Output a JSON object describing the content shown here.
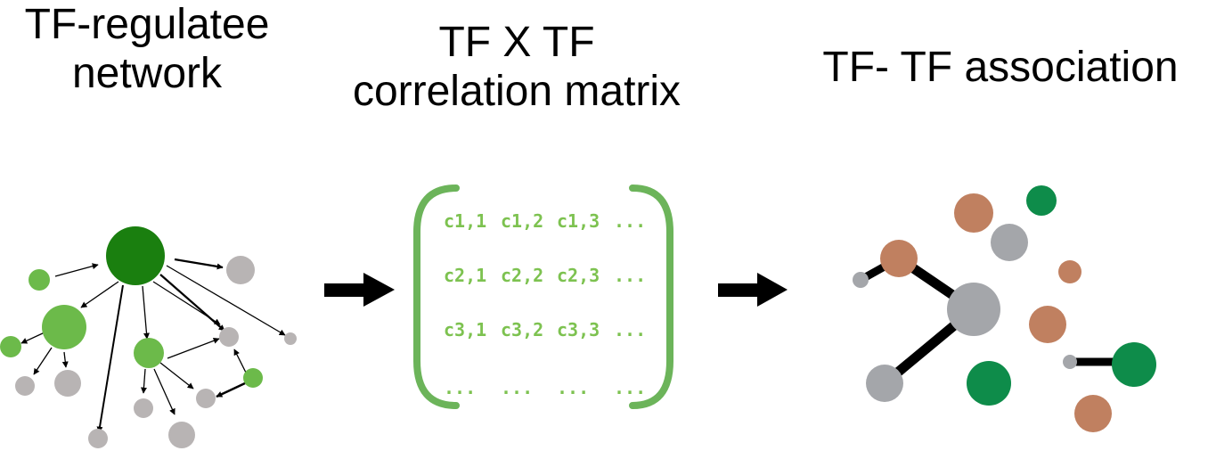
{
  "titles": {
    "network": [
      "TF-regulatee",
      "network"
    ],
    "matrix": [
      "TF X TF",
      "correlation matrix"
    ],
    "association": "TF- TF association"
  },
  "matrix": {
    "rows": [
      [
        "c1,1",
        "c1,2",
        "c1,3",
        "..."
      ],
      [
        "c2,1",
        "c2,2",
        "c2,3",
        "..."
      ],
      [
        "c3,1",
        "c3,2",
        "c3,3",
        "..."
      ],
      [
        "...",
        "...",
        "...",
        "..."
      ]
    ]
  },
  "colors": {
    "dark_green": "#1a7f0f",
    "light_green": "#6cba4a",
    "gray": "#b8b4b4",
    "brown": "#c08060",
    "teal_green": "#0e8c4a",
    "assoc_gray": "#a4a6aa",
    "matrix_text": "#7dc250",
    "bracket": "#6cb45a"
  }
}
